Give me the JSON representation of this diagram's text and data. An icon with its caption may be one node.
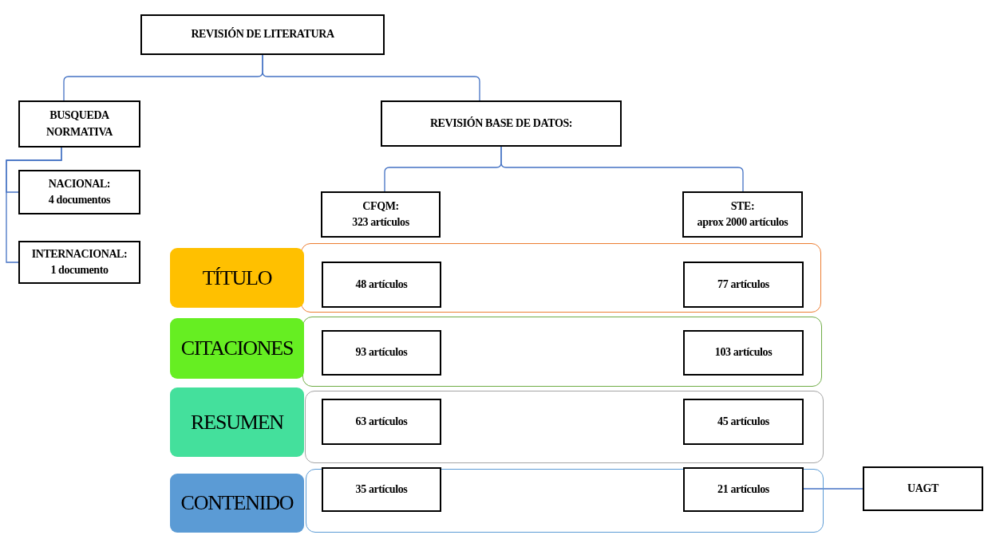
{
  "diagram": {
    "nodes": [
      {
        "text": [
          "REVISIÓN DE LITERATURA"
        ]
      },
      {
        "text": [
          "BUSQUEDA NORMATIVA"
        ]
      },
      {
        "text": [
          "REVISIÓN BASE DE DATOS:"
        ]
      },
      {
        "text": [
          "CFQM:",
          "323 artículos"
        ]
      },
      {
        "text": [
          "STE:",
          "aprox 2000 artículos"
        ]
      },
      {
        "text": [
          "NACIONAL:",
          "4 documentos"
        ]
      },
      {
        "text": [
          "INTERNACIONAL:",
          "1 documento"
        ]
      },
      {
        "text": [
          "TÍTULO"
        ]
      },
      {
        "text": [],
        "shape": "box"
      },
      {
        "text": [
          "48 artículos"
        ],
        "in": 8
      },
      {
        "text": [
          "77 artículos"
        ],
        "in": 8
      },
      {
        "text": [
          "CITACIONES"
        ]
      },
      {
        "text": [],
        "shape": "box"
      },
      {
        "text": [
          "93 artículos"
        ],
        "in": 12
      },
      {
        "text": [
          "103 artículos"
        ],
        "in": 12
      },
      {
        "text": [
          "RESUMEN"
        ]
      },
      {
        "text": [],
        "shape": "box"
      },
      {
        "text": [
          "63 artículos"
        ],
        "in": 16
      },
      {
        "text": [
          "45 artículos"
        ],
        "in": 16
      },
      {
        "text": [
          "CONTENIDO"
        ]
      },
      {
        "text": [],
        "shape": "box"
      },
      {
        "text": [
          "35 artículos"
        ],
        "in": 20
      },
      {
        "text": [
          "21 artículos"
        ],
        "in": 20
      },
      {
        "text": [
          "UAGT"
        ]
      }
    ],
    "edges": [
      {
        "from": 0,
        "to": 1,
        "arrow": "none"
      },
      {
        "from": 0,
        "to": 2,
        "arrow": "none"
      },
      {
        "from": 2,
        "to": 3,
        "arrow": "none"
      },
      {
        "from": 2,
        "to": 4,
        "arrow": "none"
      },
      {
        "from": 1,
        "to": 5,
        "arrow": "none"
      },
      {
        "from": 1,
        "to": 6,
        "arrow": "none"
      },
      {
        "from": 22,
        "to": 23,
        "arrow": "none"
      }
    ]
  }
}
